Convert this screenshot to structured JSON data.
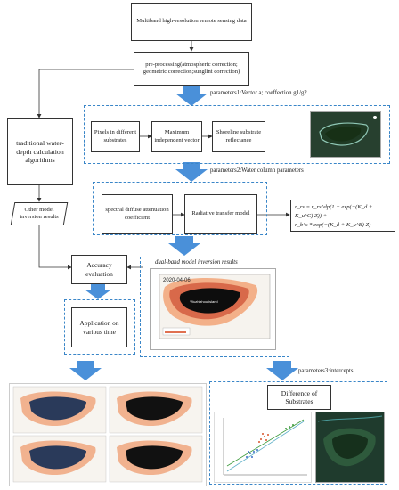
{
  "boxes": {
    "multiband": "Multiband high-resolution remote sensing data",
    "preprocessing": "pre-processing(atmospheric correction; geometric correction;sunglint correction)",
    "traditional": "traditional water-depth calculation algorithms",
    "pixels": "Pixels in different substrates",
    "max_vector": "Maximum independent vector",
    "shoreline": "Shoreline substrate reflectance",
    "spectral": "spectral diffuse attenuation coefficient",
    "radiative": "Radiative transfer model",
    "other_model": "Other model inversion results",
    "accuracy": "Accuracy evaluation",
    "application": "Application on various time",
    "difference": "Difference of Substrates"
  },
  "labels": {
    "parameters1": "parameters1:Vector a; coeffection g1/g2",
    "parameters2": "parameters2:Water column parameters",
    "dual_band": "dual-band model inversion results",
    "parameters3": "parameters3:intercepts"
  },
  "formula": {
    "line1": "r_rs = r_rs^dp(1 − exp(−(K_d + K_u^C) Z)) +",
    "line2": "r_b^s * exp(−(K_d + K_u^B) Z)"
  },
  "map": {
    "date": "2020-04-06",
    "island": "Wuzhizhou island"
  },
  "colors": {
    "arrow_blue": "#4a90d9",
    "dashed_blue": "#3a86c8"
  }
}
